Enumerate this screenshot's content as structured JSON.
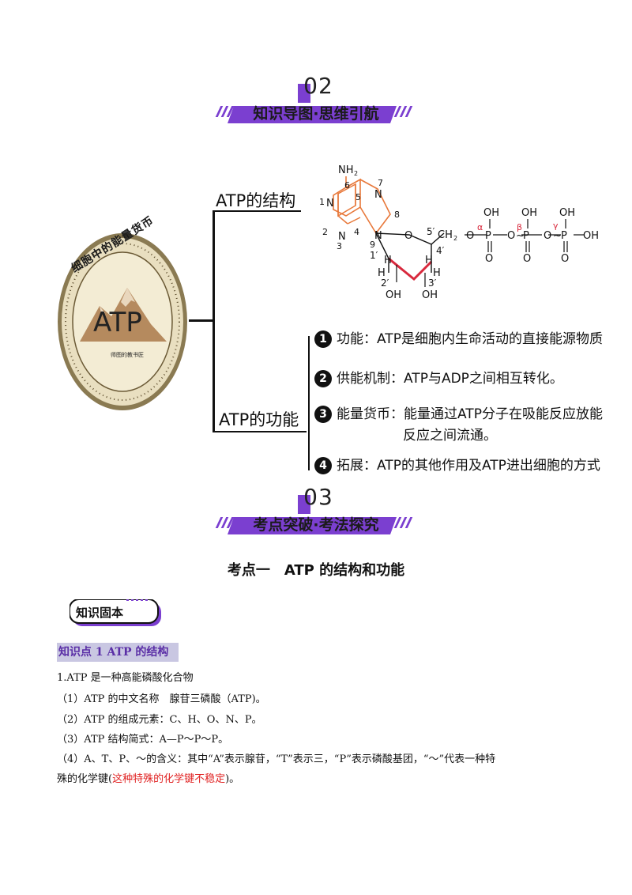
{
  "banner1": {
    "number": "02",
    "title": "知识导图·思维引航"
  },
  "mindmap": {
    "coin": {
      "text_top": "细胞中的能量货币",
      "text_center": "ATP",
      "text_bottom": "师图的教书匠"
    },
    "branch1": "ATP的结构",
    "branch2": "ATP的功能",
    "structure": {
      "nh2": "NH2",
      "labels": [
        "6",
        "1",
        "N",
        "5",
        "7",
        "N",
        "8",
        "2",
        "4",
        "9",
        "N",
        "N",
        "3",
        "O",
        "5′",
        "CH2",
        "1′",
        "4′",
        "H",
        "H",
        "H",
        "H",
        "2′",
        "3′",
        "OH",
        "OH"
      ],
      "phosphate": {
        "oh1": "OH",
        "oh2": "OH",
        "oh3": "OH",
        "p": "P",
        "o": "O",
        "alpha": "α",
        "beta": "β",
        "gamma": "γ",
        "oh_end": "OH"
      }
    },
    "functions": [
      {
        "num": "1",
        "text": "功能：ATP是细胞内生命活动的直接能源物质"
      },
      {
        "num": "2",
        "text": "供能机制：ATP与ADP之间相互转化。"
      },
      {
        "num": "3",
        "text": "能量货币：能量通过ATP分子在吸能反应放能",
        "text2": "反应之间流通。"
      },
      {
        "num": "4",
        "text": "拓展：ATP的其他作用及ATP进出细胞的方式"
      }
    ]
  },
  "banner2": {
    "number": "03",
    "title": "考点突破·考法探究"
  },
  "section_heading": "考点一　ATP 的结构和功能",
  "kb_label": "知识固本",
  "kp1_title": "知识点 1  ATP 的结构",
  "lines": {
    "l1": "1.ATP 是一种高能磷酸化合物",
    "l2": "（1）ATP 的中文名称　腺苷三磷酸（ATP)。",
    "l3": "（2）ATP 的组成元素：C、H、O、N、P。",
    "l4": "（3）ATP 结构简式：A—P～P～P。",
    "l5": "（4）A、T、P、～的含义：其中“A”表示腺苷，“T”表示三，“P”表示磷酸基团，“～”代表一种特",
    "l6a": "殊的化学键(",
    "l6red": "这种特殊的化学键不稳定",
    "l6b": ")。"
  },
  "colors": {
    "accent": "#7b3fd0",
    "red": "#e02020",
    "orange_ring": "#e8783a",
    "sugar_red": "#d8283c"
  }
}
